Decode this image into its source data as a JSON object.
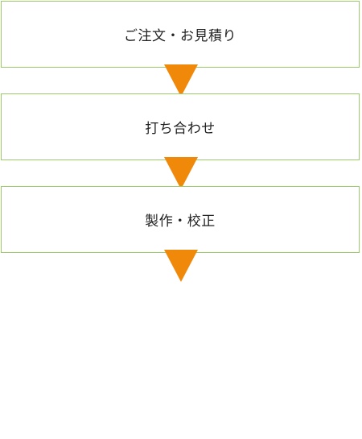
{
  "flow": {
    "steps": [
      {
        "label": "ご注文・お見積り"
      },
      {
        "label": "打ち合わせ"
      },
      {
        "label": "製作・校正"
      }
    ],
    "arrow_color": "#f0890a",
    "box_border_color": "#9ccc6a"
  }
}
